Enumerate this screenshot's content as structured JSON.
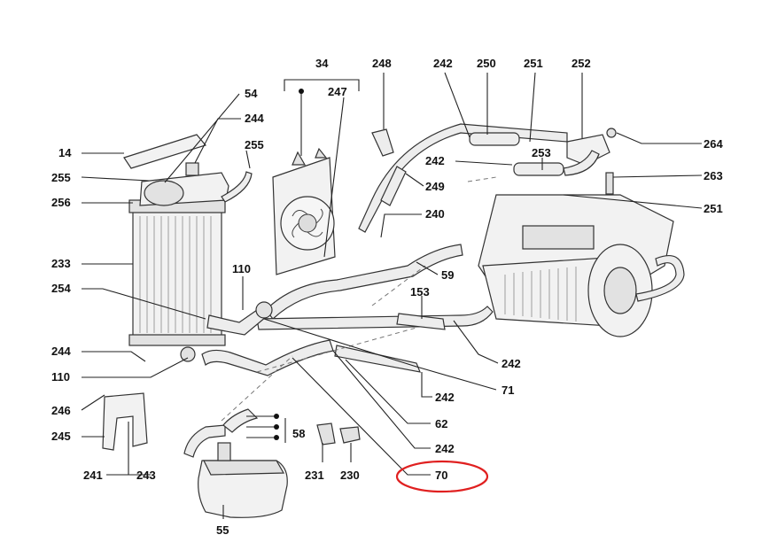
{
  "diagram": {
    "callouts": [
      {
        "id": "c34",
        "text": "34"
      },
      {
        "id": "c248",
        "text": "248"
      },
      {
        "id": "c242a",
        "text": "242"
      },
      {
        "id": "c250",
        "text": "250"
      },
      {
        "id": "c251a",
        "text": "251"
      },
      {
        "id": "c252",
        "text": "252"
      },
      {
        "id": "c54",
        "text": "54"
      },
      {
        "id": "c247",
        "text": "247"
      },
      {
        "id": "c244a",
        "text": "244"
      },
      {
        "id": "c14",
        "text": "14"
      },
      {
        "id": "c255a",
        "text": "255"
      },
      {
        "id": "c255b",
        "text": "255"
      },
      {
        "id": "c256",
        "text": "256"
      },
      {
        "id": "c264",
        "text": "264"
      },
      {
        "id": "c242b",
        "text": "242"
      },
      {
        "id": "c253",
        "text": "253"
      },
      {
        "id": "c263",
        "text": "263"
      },
      {
        "id": "c249",
        "text": "249"
      },
      {
        "id": "c251b",
        "text": "251"
      },
      {
        "id": "c240",
        "text": "240"
      },
      {
        "id": "c233",
        "text": "233"
      },
      {
        "id": "c110a",
        "text": "110"
      },
      {
        "id": "c59",
        "text": "59"
      },
      {
        "id": "c254",
        "text": "254"
      },
      {
        "id": "c153",
        "text": "153"
      },
      {
        "id": "c244b",
        "text": "244"
      },
      {
        "id": "c242c",
        "text": "242"
      },
      {
        "id": "c110b",
        "text": "110"
      },
      {
        "id": "c71",
        "text": "71"
      },
      {
        "id": "c242d",
        "text": "242"
      },
      {
        "id": "c246",
        "text": "246"
      },
      {
        "id": "c62",
        "text": "62"
      },
      {
        "id": "c58",
        "text": "58"
      },
      {
        "id": "c245",
        "text": "245"
      },
      {
        "id": "c242e",
        "text": "242"
      },
      {
        "id": "c241",
        "text": "241"
      },
      {
        "id": "c243",
        "text": "243"
      },
      {
        "id": "c231",
        "text": "231"
      },
      {
        "id": "c230",
        "text": "230"
      },
      {
        "id": "c70",
        "text": "70"
      },
      {
        "id": "c55",
        "text": "55"
      }
    ],
    "highlight": {
      "target": "70",
      "color": "#e02020"
    }
  }
}
